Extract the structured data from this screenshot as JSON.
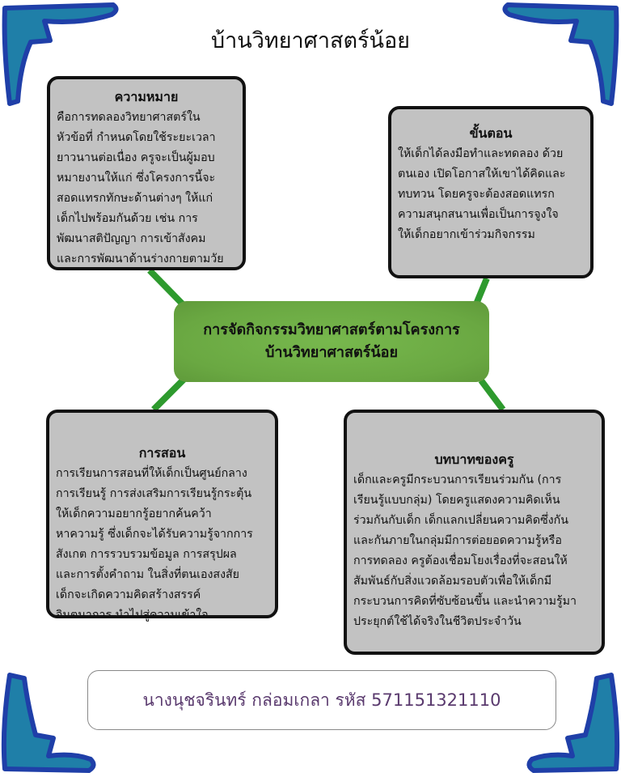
{
  "title": "บ้านวิทยาศาสตร์น้อย",
  "center": {
    "line1": "การจัดกิจกรรมวิทยาศาสตร์ตามโครงการ",
    "line2": "บ้านวิทยาศาสตร์น้อย"
  },
  "cards": {
    "meaning": {
      "heading": "ความหมาย",
      "lines": [
        " คือการทดลองวิทยาศาสตร์ใน",
        "หัวข้อที่ กำหนดโดยใช้ระยะเวลา",
        "ยาวนานต่อเนื่อง ครูจะเป็นผู้มอบ",
        "หมายงานให้แก่ ซึ่งโครงการนี้จะ",
        "สอดแทรกทักษะด้านต่างๆ ให้แก่",
        "เด็กไปพร้อมกันด้วย เช่น การ",
        "พัฒนาสติปัญญา การเข้าสังคม",
        "และการพัฒนาด้านร่างกายตามวัย"
      ]
    },
    "steps": {
      "heading": "ขั้นตอน",
      "lines": [
        "ให้เด็กได้ลงมือทำและทดลอง ด้วย",
        "ตนเอง เปิดโอกาสให้เขาได้คิดและ",
        "ทบทวน โดยครูจะต้องสอดแทรก",
        "ความสนุกสนานเพื่อเป็นการจูงใจ",
        "ให้เด็กอยากเข้าร่วมกิจกรรม"
      ]
    },
    "teaching": {
      "heading": "การสอน",
      "lines": [
        "การเรียนการสอนที่ให้เด็กเป็นศูนย์กลาง",
        "การเรียนรู้ การส่งเสริมการเรียนรู้กระตุ้น",
        "ให้เด็กความอยากรู้อยากค้นคว้า",
        "หาความรู้ ซึ่งเด็กจะได้รับความรู้จากการ",
        "สังเกต การรวบรวมข้อมูล การสรุปผล",
        "และการตั้งคำถาม ในสิ่งที่ตนเองสงสัย",
        "เด็กจะเกิดความคิดสร้างสรรค์",
        "จินตนาการ นำไปสู่ความเข้าใจ"
      ]
    },
    "teacher_role": {
      "heading": "บทบาทของครู",
      "lines": [
        "เด็กและครูมีกระบวนการเรียนร่วมกัน (การ",
        "เรียนรู้แบบกลุ่ม) โดยครูแสดงความคิดเห็น",
        "ร่วมกันกับเด็ก เด็กแลกเปลี่ยนความคิดซึ่งกัน",
        "และกันภายในกลุ่มมีการต่อยอดความรู้หรือ",
        "การทดลอง  ครูต้องเชื่อมโยงเรื่องที่จะสอนให้",
        "สัมพันธ์กับสิ่งแวดล้อมรอบตัวเพื่อให้เด็กมี",
        "กระบวนการคิดที่ซับซ้อนขึ้น และนำความรู้มา",
        "ประยุกต์ใช้ได้จริงในชีวิตประจำวัน"
      ]
    }
  },
  "footer": "นางนุชจรินทร์ กล่อมเกลา รหัส 571151321110",
  "colors": {
    "card_bg": "#c2c2c2",
    "center_bg": "#6aa842",
    "connector": "#2e9a2e",
    "ornament_fill": "#1f7fa8",
    "ornament_stroke": "#1f3fa8",
    "footer_text": "#5a3a6e"
  }
}
